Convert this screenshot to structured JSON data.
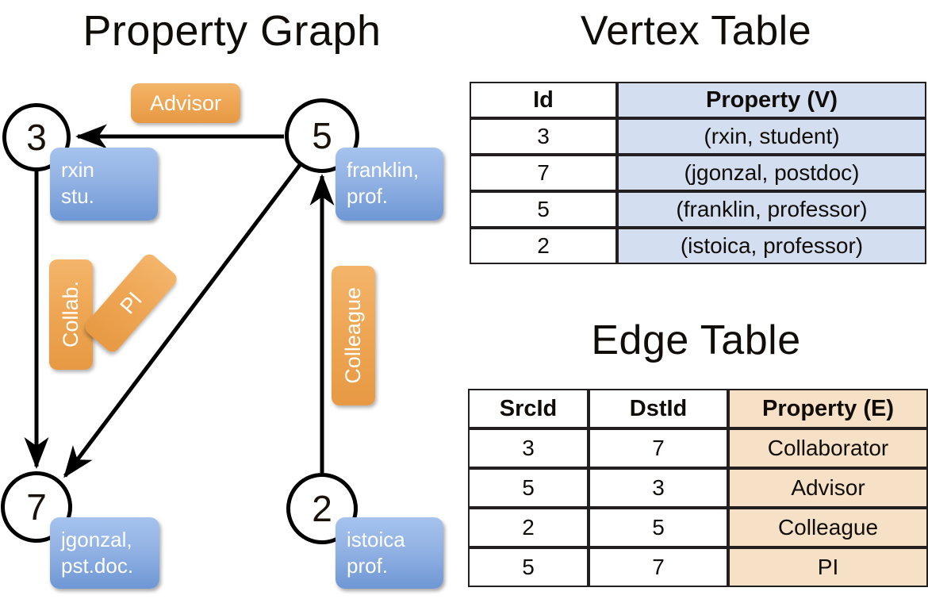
{
  "titles": {
    "property_graph": "Property Graph",
    "vertex_table": "Vertex Table",
    "edge_table": "Edge Table"
  },
  "graph": {
    "nodes": [
      {
        "id": "3",
        "name": "rxin",
        "role": "stu."
      },
      {
        "id": "5",
        "name": "franklin,",
        "role": "prof."
      },
      {
        "id": "7",
        "name": "jgonzal,",
        "role": "pst.doc."
      },
      {
        "id": "2",
        "name": "istoica",
        "role": "prof."
      }
    ],
    "edge_labels": [
      {
        "key": "advisor",
        "text": "Advisor"
      },
      {
        "key": "collab",
        "text": "Collab."
      },
      {
        "key": "pi",
        "text": "PI"
      },
      {
        "key": "colleague",
        "text": "Colleague"
      }
    ],
    "edges": [
      {
        "from": "5",
        "to": "3",
        "label": "Advisor"
      },
      {
        "from": "3",
        "to": "7",
        "label": "Collab."
      },
      {
        "from": "5",
        "to": "7",
        "label": "PI"
      },
      {
        "from": "2",
        "to": "5",
        "label": "Colleague"
      }
    ]
  },
  "vertex_table": {
    "headers": [
      "Id",
      "Property (V)"
    ],
    "rows": [
      [
        "3",
        "(rxin, student)"
      ],
      [
        "7",
        "(jgonzal, postdoc)"
      ],
      [
        "5",
        "(franklin, professor)"
      ],
      [
        "2",
        "(istoica, professor)"
      ]
    ]
  },
  "edge_table": {
    "headers": [
      "SrcId",
      "DstId",
      "Property (E)"
    ],
    "rows": [
      [
        "3",
        "7",
        "Collaborator"
      ],
      [
        "5",
        "3",
        "Advisor"
      ],
      [
        "2",
        "5",
        "Colleague"
      ],
      [
        "5",
        "7",
        "PI"
      ]
    ]
  },
  "colors": {
    "vertex_property_fill": "#d3dff1",
    "edge_property_fill": "#f6e0c6",
    "node_box_blue": "#92b2e4",
    "edge_label_orange": "#efa857",
    "stroke": "#231f20"
  }
}
